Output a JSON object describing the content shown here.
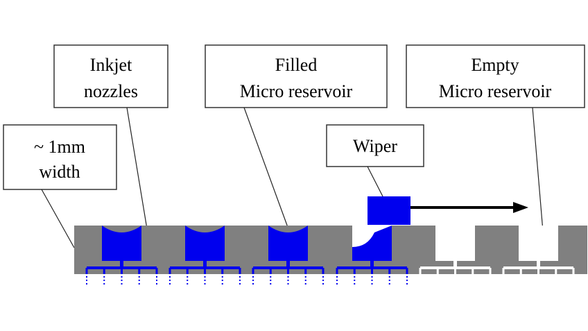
{
  "labels": {
    "width": [
      "~ 1mm",
      "width"
    ],
    "nozzles": [
      "Inkjet",
      "nozzles"
    ],
    "filled": [
      "Filled",
      "Micro reservoir"
    ],
    "empty": [
      "Empty",
      "Micro reservoir"
    ],
    "wiper": "Wiper"
  },
  "colors": {
    "ink": "#0000ee",
    "substrate": "#808080",
    "background": "#ffffff",
    "dotted": "#0000ee"
  },
  "reservoirs": [
    {
      "state": "filled"
    },
    {
      "state": "filled"
    },
    {
      "state": "filled"
    },
    {
      "state": "wiping"
    },
    {
      "state": "empty"
    },
    {
      "state": "empty"
    }
  ]
}
